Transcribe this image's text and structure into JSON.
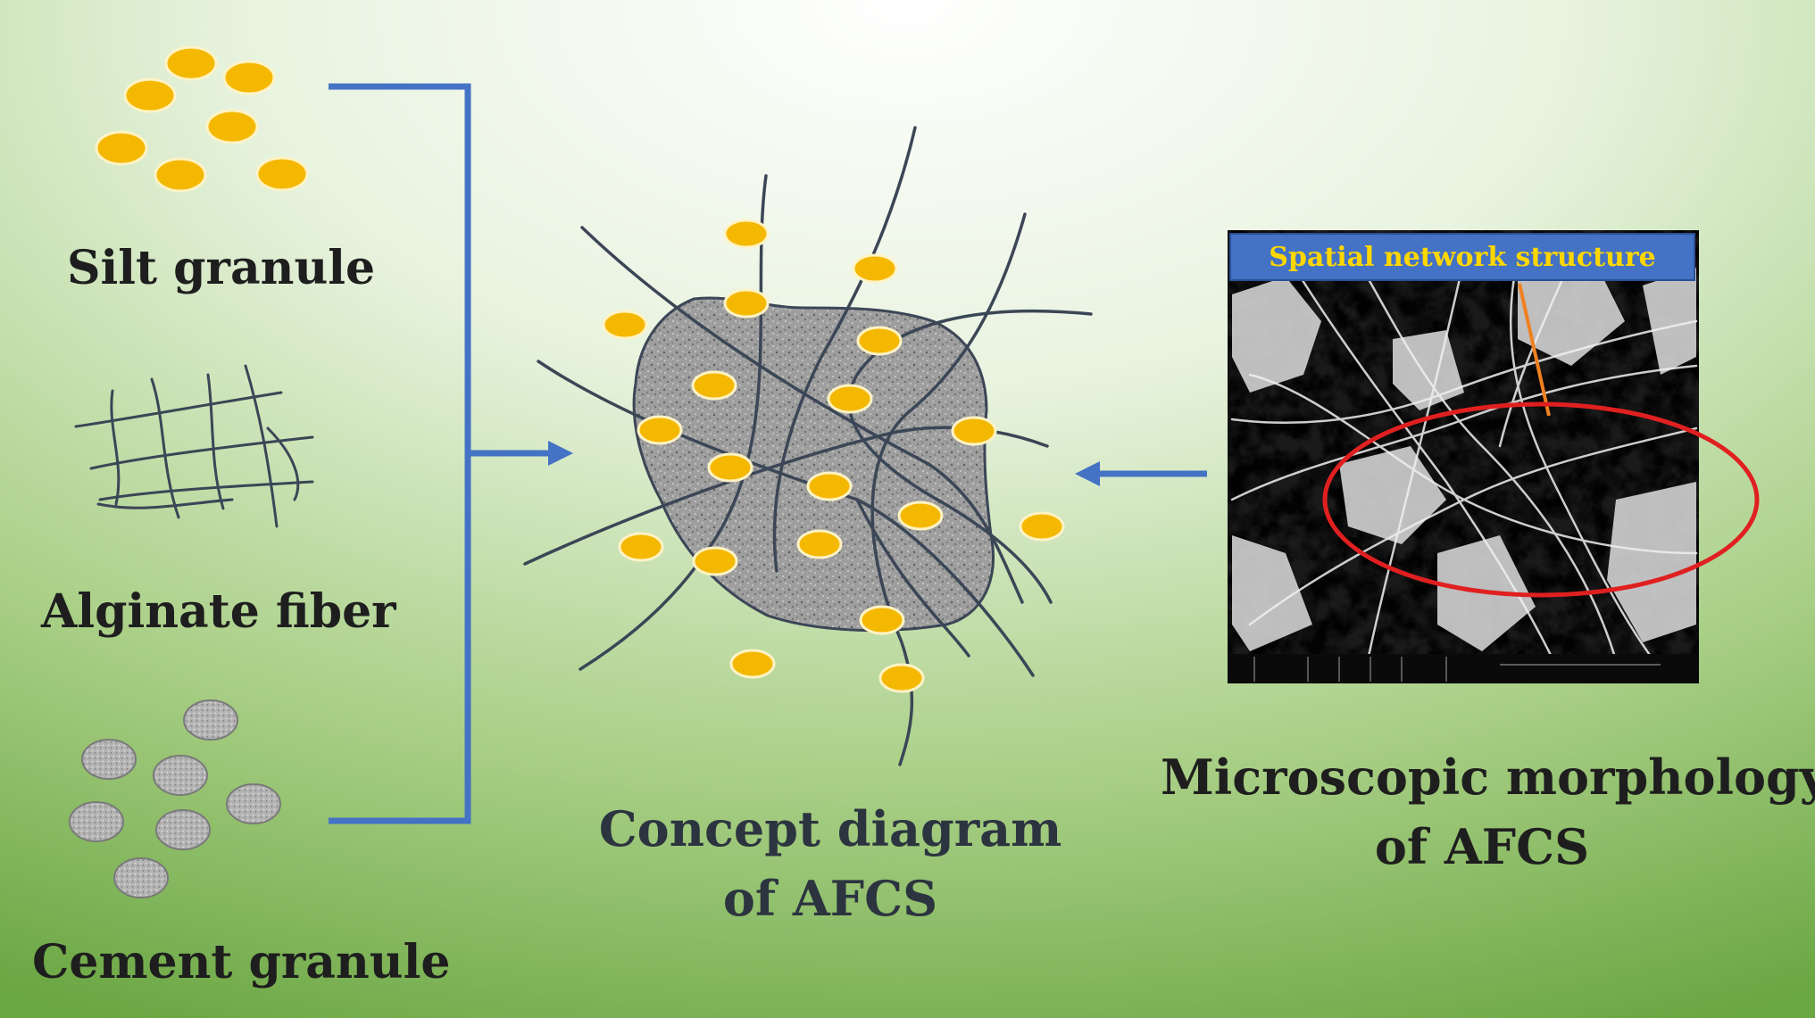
{
  "colors": {
    "background_center": "#ffffff",
    "background_edge": "#6aa642",
    "arrow": "#4472c4",
    "silt_granule": "#f5b800",
    "cement_granule": "#a7a7a7",
    "fiber": "#3b4656",
    "aggregate": "#9a9a9a",
    "sem_banner": "#4472c4",
    "sem_banner_text": "#ffd700",
    "sem_ellipse": "#e02020",
    "sem_pointer": "#f08020"
  },
  "labels": {
    "silt": "Silt granule",
    "fiber": "Alginate fiber",
    "cement": "Cement granule",
    "concept_line1": "Concept diagram",
    "concept_line2": "of AFCS",
    "micro_line1": "Microscopic morphology",
    "micro_line2": "of AFCS"
  },
  "sem": {
    "banner": "Spatial network structure"
  }
}
